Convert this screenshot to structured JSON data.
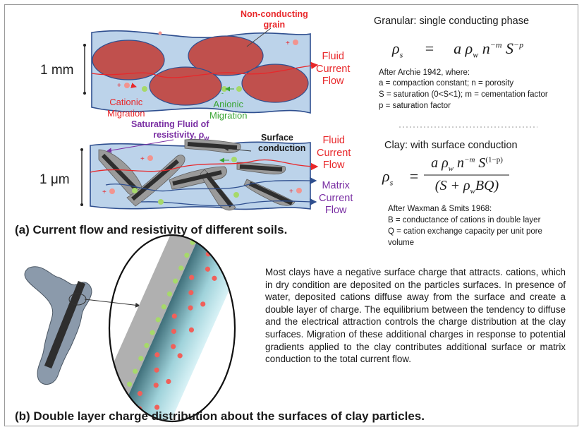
{
  "panel_a": {
    "scale_top": "1 mm",
    "scale_bottom": "1 μm",
    "label_nonconducting": [
      "Non-conducting",
      "grain"
    ],
    "label_fluid_top": [
      "Fluid",
      "Current",
      "Flow"
    ],
    "label_cationic": [
      "Cationic",
      "Migration"
    ],
    "label_anionic": [
      "Anionic",
      "Migration"
    ],
    "label_saturating": [
      "Saturating Fluid of",
      "resistivity, ρ"
    ],
    "label_saturating_sub": "w",
    "label_surface": [
      "Surface",
      "conduction"
    ],
    "label_fluid_bottom": [
      "Fluid",
      "Current",
      "Flow"
    ],
    "label_matrix": [
      "Matrix",
      "Current",
      "Flow"
    ],
    "caption": "(a) Current flow and resistivity of different soils."
  },
  "granular": {
    "title": "Granular: single conducting phase",
    "lhs": "ρ",
    "lhs_sub": "s",
    "equals": "=",
    "rhs_a": "a ρ",
    "rhs_w": "w",
    "rhs_n": " n",
    "rhs_nexp": "−m",
    "rhs_S": " S",
    "rhs_Sexp": "−p",
    "after": "After Archie 1942, where:",
    "defs": [
      "a = compaction constant;  n = porosity",
      "S = saturation (0<S<1);     m = cementation factor",
      "p = saturation factor"
    ]
  },
  "clay": {
    "title": "Clay: with surface conduction",
    "lhs": "ρ",
    "lhs_sub": "s",
    "equals": "=",
    "num_a": "a ρ",
    "num_w": "w",
    "num_n": " n",
    "num_nexp": "−m",
    "num_S": " S",
    "num_Sexp": "(1−p)",
    "den_open": "(S + ρ",
    "den_w": "w",
    "den_close": "BQ)",
    "after": "After Waxman & Smits 1968:",
    "defs": [
      "B = conductance of cations in double layer",
      "Q = cation exchange capacity per unit pore",
      "volume"
    ]
  },
  "panel_b": {
    "paragraph": "Most clays have a negative surface charge that attracts. cations, which in dry condition are deposited on the particles surfaces. In presence of water, deposited cations diffuse away from the surface and create a double layer of charge. The equilibrium between the tendency to diffuse and the electrical attraction controls the charge distribution at the clay surfaces. Migration of these additional charges in response to potential gradients applied to the clay contributes additional surface or matrix conduction to the total current flow.",
    "caption": "(b) Double layer charge distribution about the surfaces of clay particles."
  },
  "colors": {
    "fluid": "#bcd3ea",
    "grain": "#c0504d",
    "current": "#e8272a",
    "anion": "#a6d96a",
    "cation": "#f2948f",
    "clay_particle": "#3a3a3a",
    "clay_halo": "#9a9a9a",
    "purple": "#7a2fa3",
    "green_text": "#3aa534"
  }
}
